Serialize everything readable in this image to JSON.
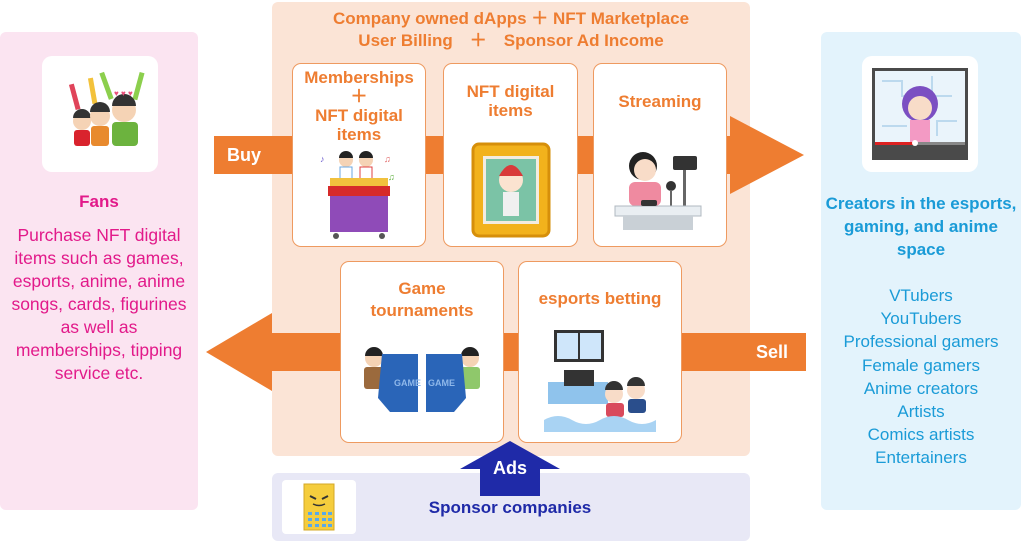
{
  "platform": {
    "title_line1": "Company owned dApps ＋ NFT Marketplace",
    "title_line2": "User Billing　＋　Sponsor  Ad Income",
    "color": "#ee7d31",
    "background": "#fbe4d6"
  },
  "flows": {
    "buy_label": "Buy",
    "sell_label": "Sell",
    "ads_label": "Ads"
  },
  "fans": {
    "icon": "cheering-fans-illustration",
    "title": "Fans",
    "description": "Purchase NFT digital items such as games, esports, anime, anime songs, cards, figurines as well as memberships, tipping service etc.",
    "color": "#e21a8a"
  },
  "creators": {
    "icon": "vtuber-video-illustration",
    "title": "Creators in the esports, gaming, and anime space",
    "types": [
      "VTubers",
      "YouTubers",
      "Professional gamers",
      "Female gamers",
      "Anime creators",
      "Artists",
      "Comics artists",
      "Entertainers"
    ],
    "color": "#1a9bd7"
  },
  "services": [
    {
      "id": "memberships",
      "title_lines": [
        "Memberships",
        "＋",
        "NFT digital",
        "items"
      ],
      "icon": "idol-stage-illustration"
    },
    {
      "id": "nft",
      "title_lines": [
        "NFT digital",
        "items"
      ],
      "icon": "framed-art-illustration"
    },
    {
      "id": "streaming",
      "title_lines": [
        "Streaming"
      ],
      "icon": "streamer-illustration"
    },
    {
      "id": "tournaments",
      "title_lines": [
        "Game",
        "tournaments"
      ],
      "icon": "arcade-game-illustration"
    },
    {
      "id": "betting",
      "title_lines": [
        "esports betting"
      ],
      "icon": "esports-arena-illustration"
    }
  ],
  "sponsor": {
    "icon": "company-building-illustration",
    "label": "Sponsor companies",
    "color": "#1f2aa8"
  }
}
